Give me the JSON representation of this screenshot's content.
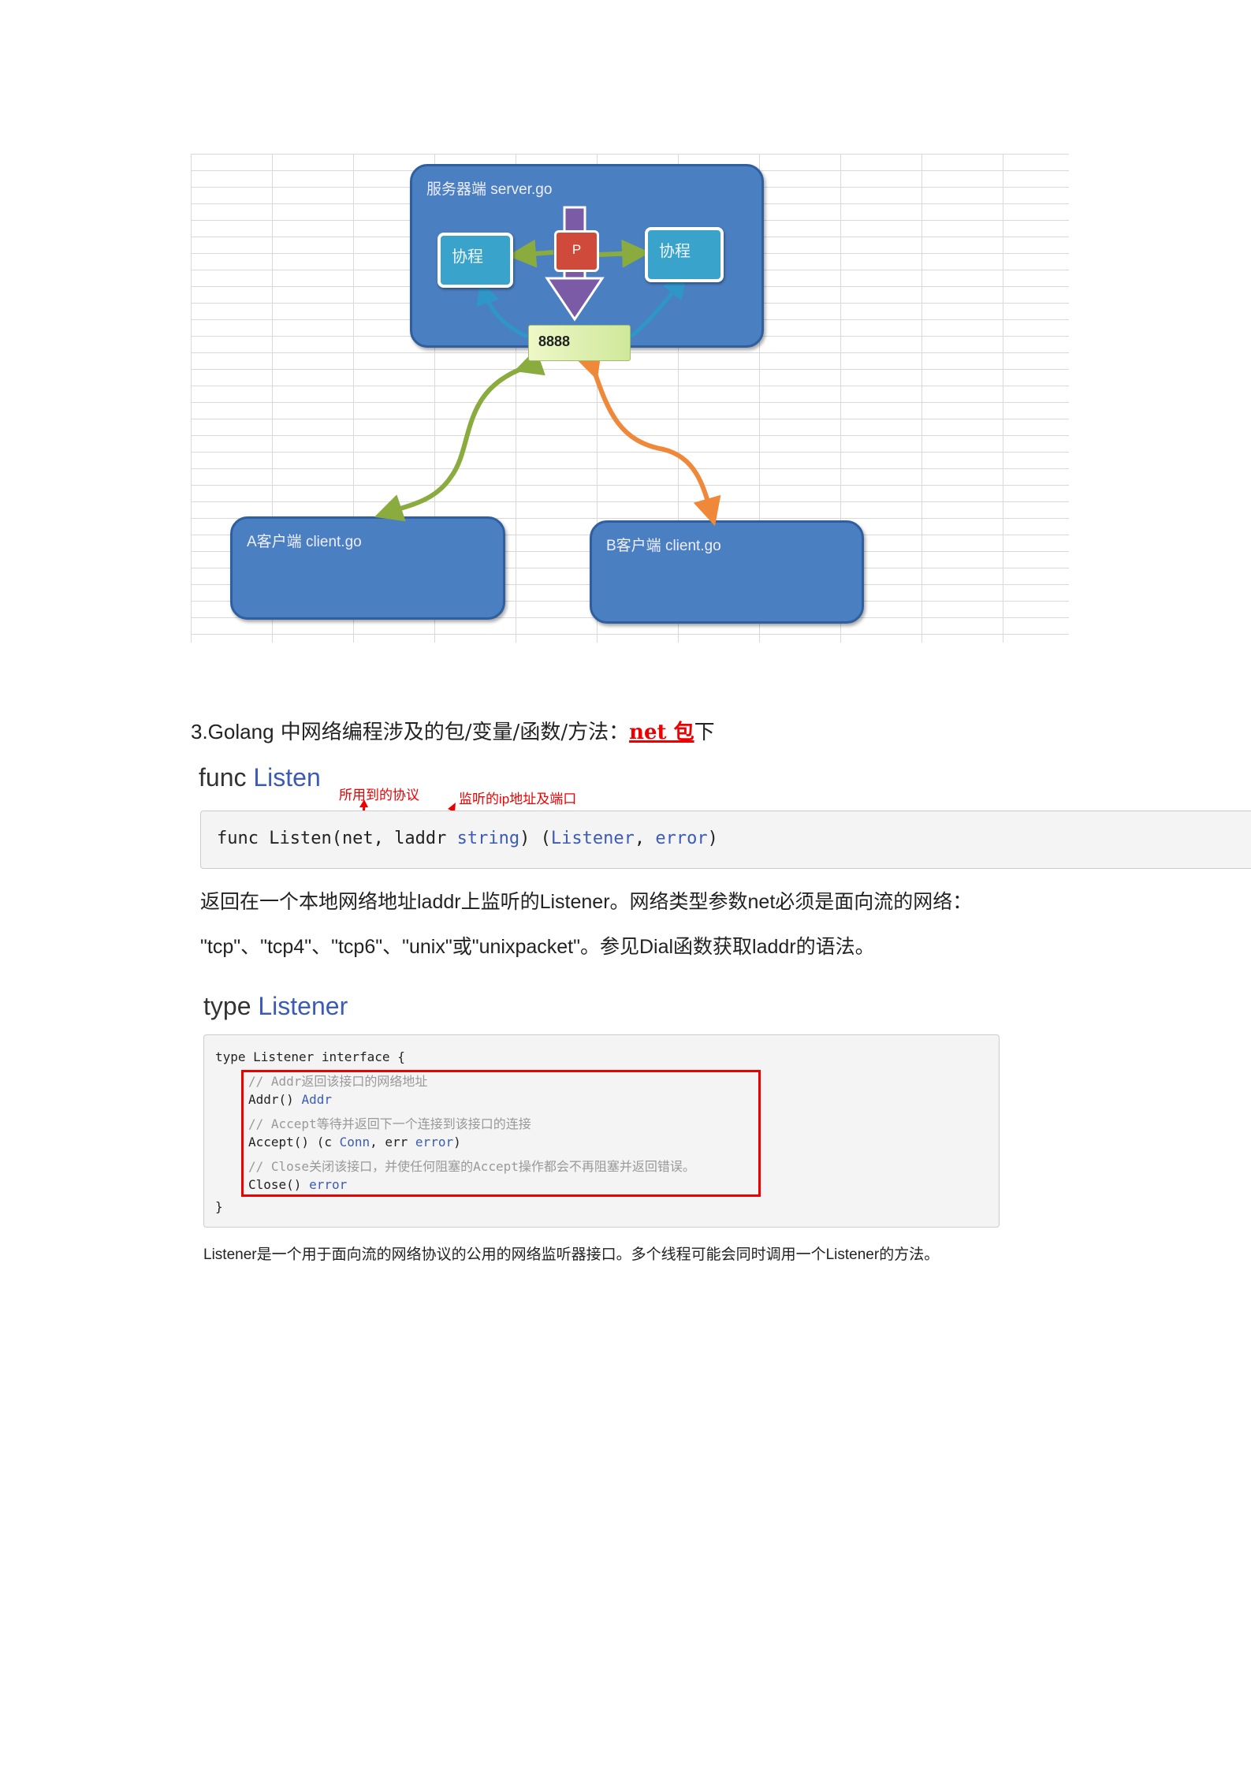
{
  "diagram": {
    "server_label": "服务器端  server.go",
    "coroutine_left": "协程",
    "coroutine_right": "协程",
    "p_label": "P",
    "port": "8888",
    "client_a": "A客户端 client.go",
    "client_b": "B客户端 client.go",
    "colors": {
      "box": "#4a7fc1",
      "coroutine": "#3aa3cc",
      "p": "#cf4a3b",
      "green_arrow": "#8aab3e",
      "orange_arrow": "#f0883a",
      "blue_arrow": "#2f96c8",
      "purple_arrow": "#7b5aa6"
    }
  },
  "section3": {
    "lead": "3.Golang",
    "text": " 中网络编程涉及的包/变量/函数/方法：",
    "net": "net 包",
    "tail": "下"
  },
  "listen": {
    "heading_prefix": "func ",
    "heading_name": "Listen",
    "annotation_protocol": "所用到的协议",
    "annotation_addr": "监听的ip地址及端口",
    "code": {
      "a": "func Listen(net, laddr ",
      "string": "string",
      "b": ") (",
      "listener": "Listener",
      "c": ", ",
      "error": "error",
      "d": ")"
    },
    "desc1": "返回在一个本地网络地址laddr上监听的Listener。网络类型参数net必须是面向流的网络：",
    "desc2": "\"tcp\"、\"tcp4\"、\"tcp6\"、\"unix\"或\"unixpacket\"。参见Dial函数获取laddr的语法。"
  },
  "listener_type": {
    "heading_prefix": "type ",
    "heading_name": "Listener",
    "lines": {
      "l0": "type Listener interface {",
      "c1": "// Addr返回该接口的网络地址",
      "l2a": "Addr() ",
      "l2b": "Addr",
      "c3": "// Accept等待并返回下一个连接到该接口的连接",
      "l4a": "Accept() (c ",
      "l4b": "Conn",
      "l4c": ", err ",
      "l4d": "error",
      "l4e": ")",
      "c5": "// Close关闭该接口，并使任何阻塞的Accept操作都会不再阻塞并返回错误。",
      "l6a": "Close() ",
      "l6b": "error",
      "l7": "}"
    },
    "desc": "Listener是一个用于面向流的网络协议的公用的网络监听器接口。多个线程可能会同时调用一个Listener的方法。"
  }
}
